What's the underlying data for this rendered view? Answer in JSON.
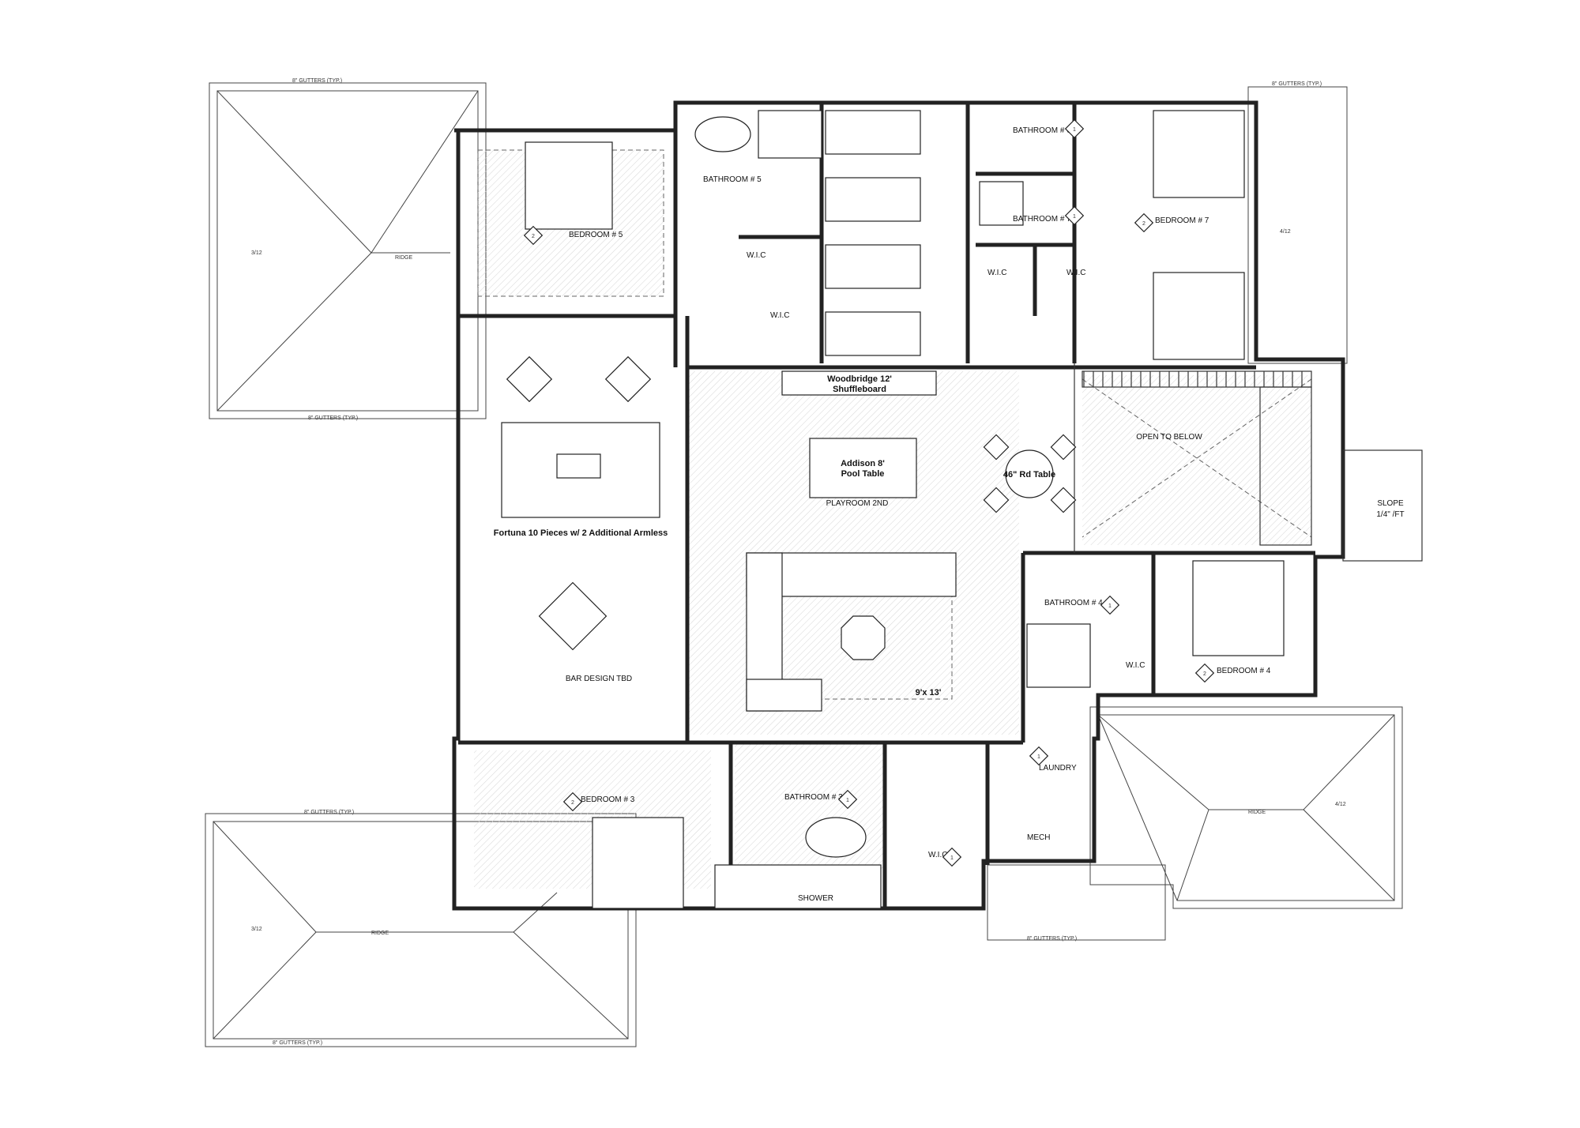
{
  "rooms": {
    "bedroom5": "BEDROOM # 5",
    "bathroom5": "BATHROOM # 5",
    "bathroom6": "BATHROOM # 6",
    "bathroom7": "BATHROOM # 7",
    "bedroom7": "BEDROOM # 7",
    "bedroom4": "BEDROOM # 4",
    "bathroom4": "BATHROOM # 4",
    "bedroom3": "BEDROOM # 3",
    "bathroom3": "BATHROOM # 3",
    "playroom": "PLAYROOM 2ND",
    "open_below": "OPEN TO BELOW",
    "laundry": "LAUNDRY",
    "mech": "MECH",
    "bar": "BAR DESIGN TBD",
    "shower": "SHOWER",
    "wic1": "W.I.C",
    "wic2": "W.I.C",
    "wic3": "W.I.C",
    "wic4": "W.I.C",
    "wic5": "W.I.C",
    "wic6": "W.I.C"
  },
  "furniture": {
    "shuffleboard_line1": "Woodbridge 12'",
    "shuffleboard_line2": "Shuffleboard",
    "pool_line1": "Addison 8'",
    "pool_line2": "Pool Table",
    "round_table": "46\" Rd Table",
    "sectional": "Fortuna 10 Pieces w/ 2 Additional Armless",
    "rug": "9'x 13'"
  },
  "roof": {
    "ridge_top": "RIDGE",
    "ridge_bottom_left": "RIDGE",
    "ridge_bottom_right": "RIDGE",
    "gutters": "8\" GUTTERS (TYP.)",
    "slope_3_12": "3/12",
    "slope_4_12": "4/12"
  },
  "slope_note": {
    "line1": "SLOPE",
    "line2": "1/4\" /FT"
  },
  "tags": {
    "t2": "2",
    "t1": "1"
  }
}
